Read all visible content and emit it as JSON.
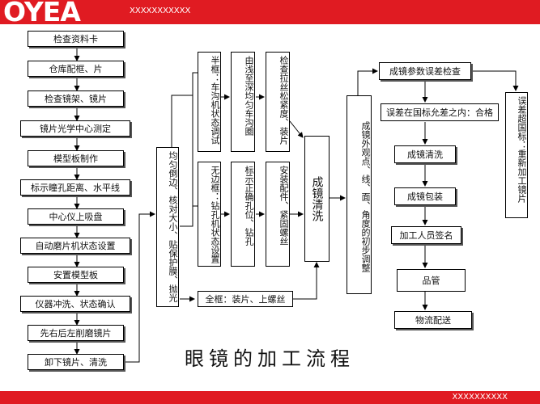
{
  "header": {
    "brand": "OYEA",
    "tag": "XXXXXXXXXXX"
  },
  "footer": {
    "tag": "XXXXXXXXXX"
  },
  "title": "眼镜的加工流程",
  "col1": [
    "检查资料卡",
    "仓库配框、片",
    "检查镜架、镜片",
    "镜片光学中心测定",
    "模型板制作",
    "标示瞳孔距离、水平线",
    "中心仪上吸盘",
    "自动磨片机状态设置",
    "安置模型板",
    "仪器冲洗、状态确认",
    "先右后左削磨镜片",
    "卸下镜片、清洗"
  ],
  "mid": {
    "uniform": "均匀倒边、核对大小、贴保护膜、抛光",
    "half1": "半框：车沟机状态调试",
    "half2": "由浅至深均匀车沟圈",
    "half3": "检查拉丝松紧度、装片",
    "rimless1": "无边框：钻孔机状态设置",
    "rimless2": "标示正确孔位、钻孔",
    "rimless3": "安装配件、紧固螺丝",
    "full": "全框：装片、上螺丝",
    "cleaning": "成镜清洗",
    "appearance": "成镜外观点、线、面、角度的初步调整"
  },
  "col4": {
    "param": "成镜参数误差检查",
    "within": "误差在国标允差之内：合格",
    "clean": "成镜清洗",
    "pack": "成镜包装",
    "sign": "加工人员签名",
    "qc": "品管",
    "logistics": "物流配送",
    "exceed": "误差超国标：重新加工镜片"
  }
}
